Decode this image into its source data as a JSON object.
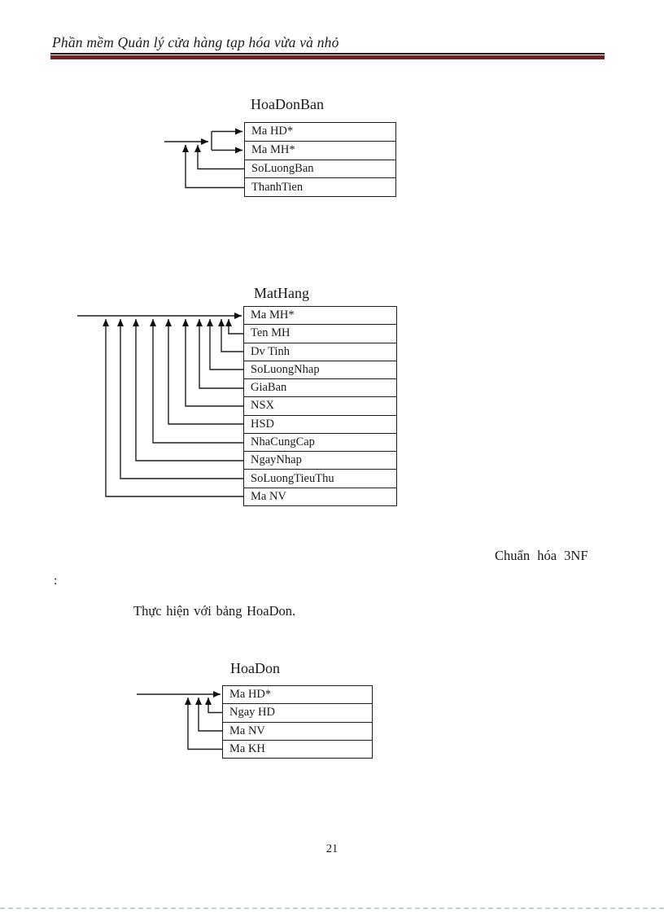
{
  "header": {
    "title": "Phần mềm Quản lý cửa hàng tạp hóa vừa và nhỏ"
  },
  "labels": {
    "chuan_hoa": "Chuẩn hóa 3NF",
    "colon": ":",
    "instruction": "Thực hiện với bảng HoaDon."
  },
  "diagrams": [
    {
      "title": "HoaDonBan",
      "rows": [
        "Ma HD*",
        "Ma MH*",
        "SoLuongBan",
        "ThanhTien"
      ],
      "key_attributes": [
        "Ma HD*",
        "Ma MH*"
      ],
      "dependent_attributes": [
        "SoLuongBan",
        "ThanhTien"
      ]
    },
    {
      "title": "MatHang",
      "rows": [
        "Ma MH*",
        "Ten MH",
        "Dv Tinh",
        "SoLuongNhap",
        "GiaBan",
        "NSX",
        "HSD",
        "NhaCungCap",
        "NgayNhap",
        "SoLuongTieuThu",
        "Ma NV"
      ],
      "key_attributes": [
        "Ma MH*"
      ],
      "dependent_attributes": [
        "Ten MH",
        "Dv Tinh",
        "SoLuongNhap",
        "GiaBan",
        "NSX",
        "HSD",
        "NhaCungCap",
        "NgayNhap",
        "SoLuongTieuThu",
        "Ma NV"
      ]
    },
    {
      "title": "HoaDon",
      "rows": [
        "Ma HD*",
        "Ngay HD",
        "Ma NV",
        "Ma KH"
      ],
      "key_attributes": [
        "Ma HD*"
      ],
      "dependent_attributes": [
        "Ngay HD",
        "Ma NV",
        "Ma KH"
      ]
    }
  ],
  "footer": {
    "page_number": "21"
  },
  "colors": {
    "rule_thick": "#6e2424",
    "rule_thin": "#3a1414",
    "diagram_line": "#1f1f1f",
    "text": "#1a1a1a",
    "bottom_dots": "#b6ccd3"
  }
}
